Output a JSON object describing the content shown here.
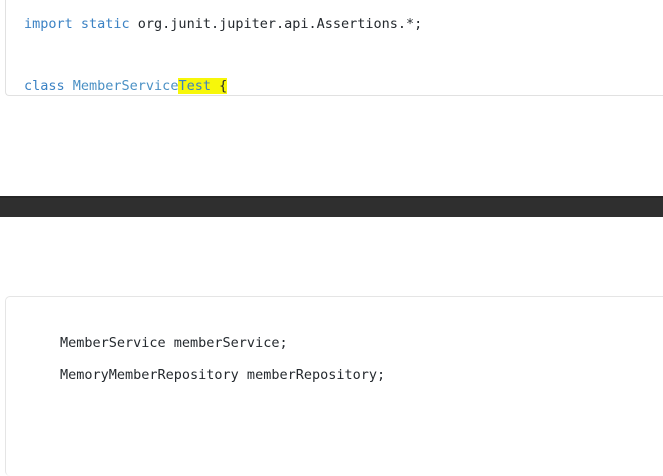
{
  "editor": {
    "top_panel": {
      "name": "java-source-editor-upper",
      "lines": [
        {
          "id": "import-line",
          "tokens": [
            {
              "text": "import static ",
              "style": "keyword"
            },
            {
              "text": "org.junit.jupiter.api.Assertions.*;",
              "style": "plain"
            }
          ]
        },
        {
          "id": "blank-line-1",
          "tokens": [
            {
              "text": " ",
              "style": "plain"
            }
          ]
        },
        {
          "id": "class-declaration-line",
          "tokens": [
            {
              "text": "class ",
              "style": "keyword"
            },
            {
              "text": "MemberService",
              "style": "type"
            },
            {
              "text": "Test",
              "style": "highlight-keyword"
            },
            {
              "text": " ",
              "style": "highlight"
            },
            {
              "text": "{",
              "style": "highlight-punctuation"
            }
          ]
        }
      ],
      "full_text": "import static org.junit.jupiter.api.Assertions.*;\n\nclass MemberServiceTest {",
      "selection_text": "Test {"
    },
    "bottom_panel": {
      "name": "java-source-editor-lower",
      "lines": [
        {
          "id": "member-service-field",
          "tokens": [
            {
              "text": "MemberService memberService;",
              "style": "plain"
            }
          ]
        },
        {
          "id": "member-repository-field",
          "tokens": [
            {
              "text": "MemoryMemberRepository memberRepository;",
              "style": "plain"
            }
          ]
        }
      ],
      "full_text": "MemberService memberService;\nMemoryMemberRepository memberRepository;"
    },
    "divider": {
      "name": "dark-separator-bar",
      "label": ""
    }
  },
  "colors": {
    "keyword": "#3b82c4",
    "type": "#4a90c4",
    "plain_text": "#24292e",
    "highlight_background": "#f7f70a",
    "panel_border": "#e1e1e1",
    "divider_background": "#2f2f2f",
    "page_background": "#ffffff"
  }
}
